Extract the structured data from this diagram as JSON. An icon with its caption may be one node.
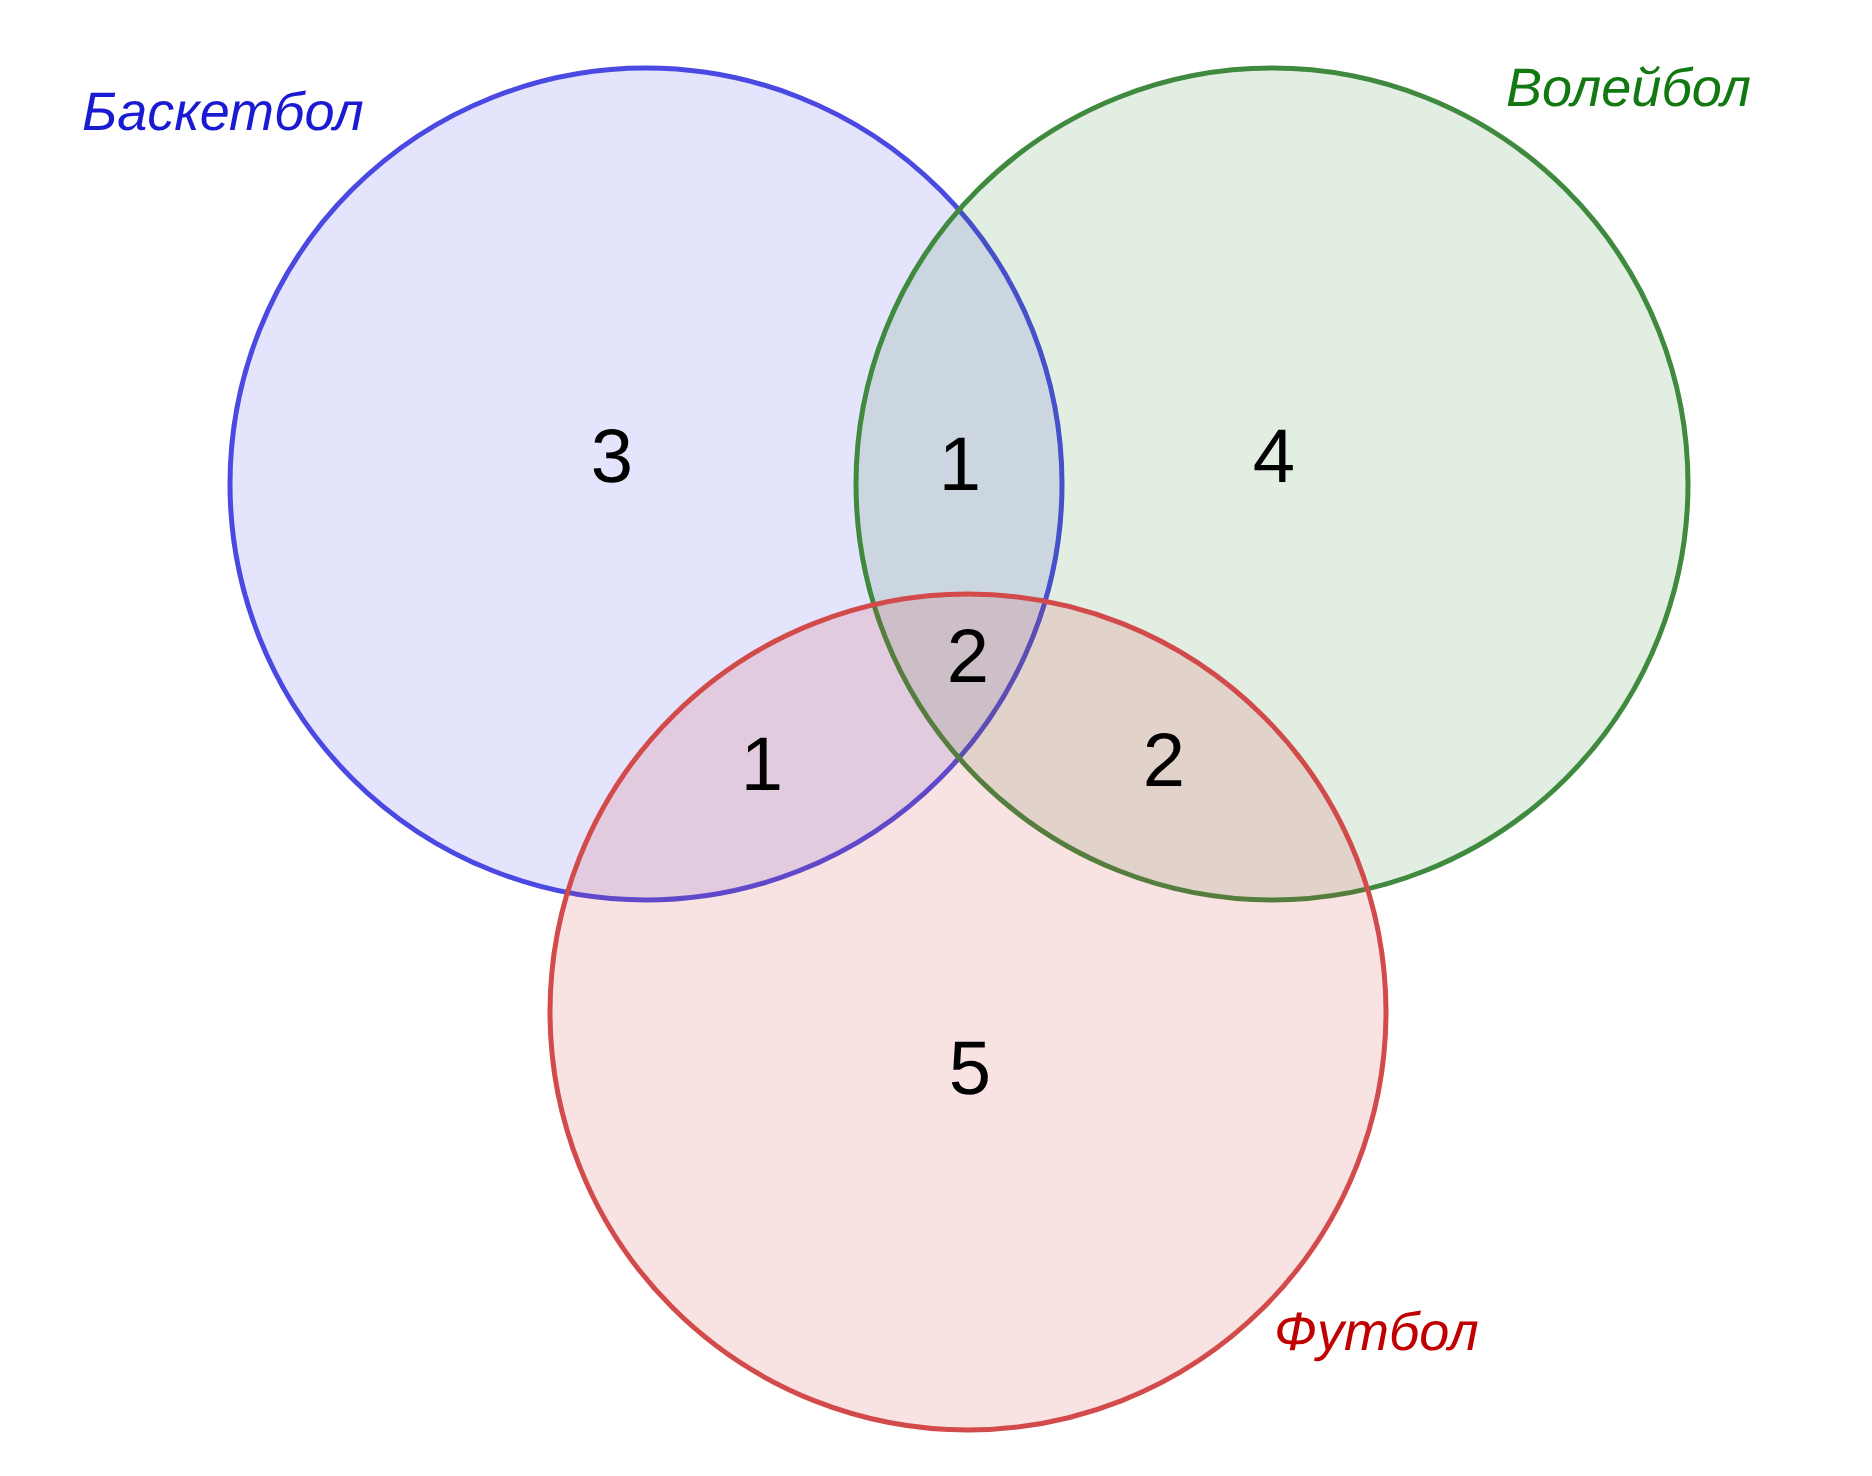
{
  "diagram": {
    "nodes": [
      {
        "text": [
          "Баскетбол"
        ]
      },
      {
        "text": [
          "Волейбол"
        ]
      },
      {
        "text": [
          "Футбол"
        ]
      }
    ],
    "labels": [
      "3",
      "1",
      "4",
      "2",
      "1",
      "2",
      "5"
    ]
  }
}
